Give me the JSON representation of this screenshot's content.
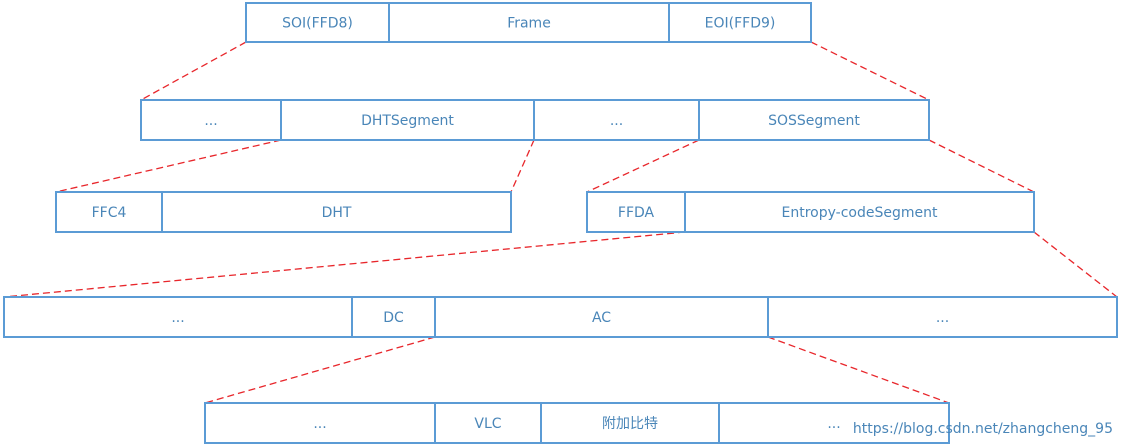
{
  "rows": [
    {
      "id": "jpeg-file",
      "cells": [
        {
          "label": "SOI(FFD8)"
        },
        {
          "label": "Frame"
        },
        {
          "label": "EOI(FFD9)"
        }
      ]
    },
    {
      "id": "frame",
      "cells": [
        {
          "label": "..."
        },
        {
          "label": "DHTSegment"
        },
        {
          "label": "..."
        },
        {
          "label": "SOSSegment"
        }
      ]
    },
    {
      "id": "segments",
      "cells": [
        {
          "label": "FFC4"
        },
        {
          "label": "DHT"
        },
        {
          "label": "FFDA"
        },
        {
          "label": "Entropy-codeSegment"
        }
      ]
    },
    {
      "id": "entropy-coded",
      "cells": [
        {
          "label": "..."
        },
        {
          "label": "DC"
        },
        {
          "label": "AC"
        },
        {
          "label": "..."
        }
      ]
    },
    {
      "id": "ac-coefficients",
      "cells": [
        {
          "label": "..."
        },
        {
          "label": "VLC"
        },
        {
          "label": "附加比特"
        },
        {
          "label": "..."
        }
      ]
    }
  ],
  "watermark": "https://blog.csdn.net/zhangcheng_95",
  "colors": {
    "box_border": "#5b9bd5",
    "label_text": "#4a86b8",
    "zoom_line": "#e8262b",
    "watermark": "#c8c8c8"
  }
}
